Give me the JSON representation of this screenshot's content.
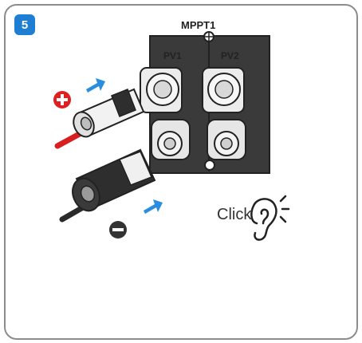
{
  "step": {
    "number": "5"
  },
  "labels": {
    "mppt": "MPPT1",
    "pv1": "PV1",
    "pv2": "PV2",
    "click": "Click"
  },
  "icons": {
    "positive": "plus-circle-icon",
    "negative": "minus-circle-icon",
    "direction": "arrow-icon",
    "sound": "ear-icon"
  },
  "colors": {
    "badge": "#1e7fd2",
    "arrow": "#2a8ee0",
    "positive_sign": "#e02020",
    "negative_sign": "#333333",
    "red_cable": "#d81e1e",
    "black_cable": "#2a2a2a"
  }
}
